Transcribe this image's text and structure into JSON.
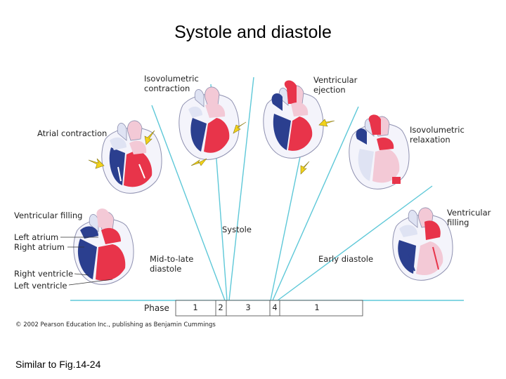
{
  "title": "Systole and diastole",
  "labels": {
    "isovolumetric_contraction": [
      "Isovolumetric",
      "contraction"
    ],
    "ventricular_ejection": [
      "Ventricular",
      "ejection"
    ],
    "atrial_contraction": "Atrial contraction",
    "isovolumetric_relaxation": [
      "Isovolumetric",
      "relaxation"
    ],
    "ventricular_filling_left": "Ventricular filling",
    "ventricular_filling_right": [
      "Ventricular",
      "filling"
    ],
    "left_atrium": "Left atrium",
    "right_atrium": "Right atrium",
    "right_ventricle": "Right ventricle",
    "left_ventricle": "Left ventricle",
    "systole": "Systole",
    "mid_to_late_diastole": [
      "Mid-to-late",
      "diastole"
    ],
    "early_diastole": "Early diastole"
  },
  "phase_bar": {
    "label": "Phase",
    "segments": [
      "1",
      "2",
      "3",
      "4",
      "1"
    ]
  },
  "copyright": "© 2002 Pearson Education Inc., publishing as Benjamin Cummings",
  "footer": "Similar to Fig.14-24",
  "colors": {
    "line": "#5ec8d8",
    "oxygenated": "#e8344a",
    "deoxygenated": "#2b3f8f",
    "arrow_yellow": "#f2d21a"
  }
}
